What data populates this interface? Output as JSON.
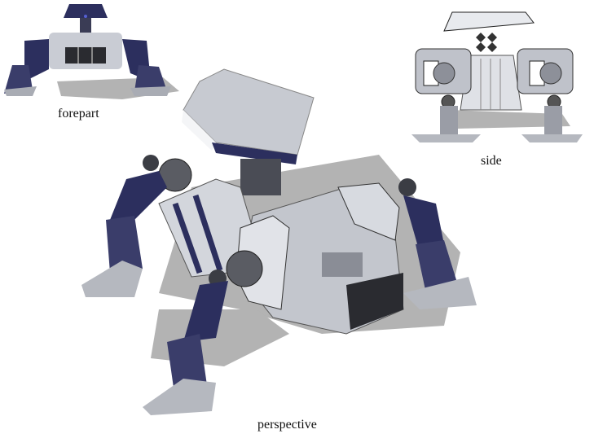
{
  "figure": {
    "views": [
      {
        "id": "forepart",
        "caption": "forepart"
      },
      {
        "id": "side",
        "caption": "side"
      },
      {
        "id": "perspective",
        "caption": "perspective"
      }
    ]
  },
  "colors": {
    "armor_light": "#d9dbe0",
    "armor_mid": "#a9acb4",
    "armor_dark": "#55575e",
    "trim_navy": "#2c2f5e",
    "shadow": "#b3b3b3",
    "background": "#ffffff"
  }
}
